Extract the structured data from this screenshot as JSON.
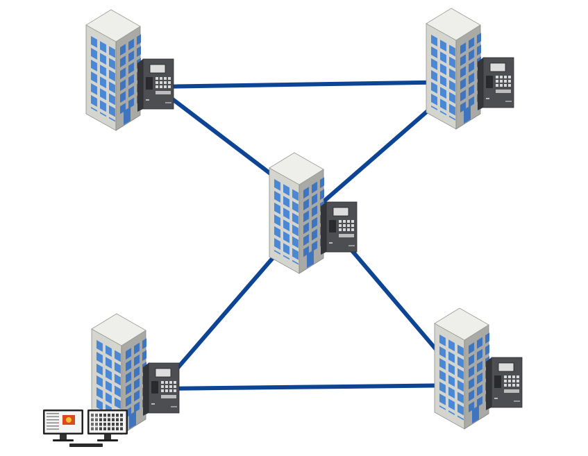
{
  "diagram": {
    "colors": {
      "link": "#0d4594",
      "wall_front": "#d5d5d0",
      "wall_side": "#a9aaa6",
      "roof": "#eeeeea",
      "window": "#4a88d6",
      "window_side": "#3f74bf",
      "panel_body": "#4d4e52",
      "panel_side": "#343538",
      "panel_screen": "#dddddd",
      "monitor_frame": "#222222",
      "monitor_screen": "#f4f4f4"
    },
    "nodes": [
      {
        "id": "building-top-left",
        "icon": "office-building-with-fire-panel-icon"
      },
      {
        "id": "building-top-right",
        "icon": "office-building-with-fire-panel-icon"
      },
      {
        "id": "building-center",
        "icon": "office-building-with-fire-panel-icon"
      },
      {
        "id": "building-bottom-left",
        "icon": "office-building-with-fire-panel-icon"
      },
      {
        "id": "building-bottom-right",
        "icon": "office-building-with-fire-panel-icon"
      }
    ],
    "workstation": {
      "icon": "dual-monitor-workstation-icon"
    },
    "links": [
      {
        "from": "building-top-left",
        "to": "building-top-right"
      },
      {
        "from": "building-top-left",
        "to": "building-center"
      },
      {
        "from": "building-top-right",
        "to": "building-center"
      },
      {
        "from": "building-center",
        "to": "building-bottom-left"
      },
      {
        "from": "building-center",
        "to": "building-bottom-right"
      },
      {
        "from": "building-bottom-left",
        "to": "building-bottom-right"
      }
    ]
  }
}
